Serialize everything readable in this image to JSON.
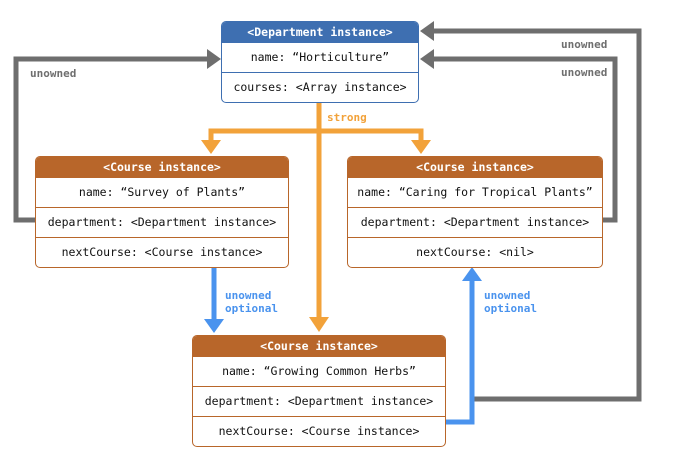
{
  "department": {
    "header": "<Department instance>",
    "rows": [
      "name: “Horticulture”",
      "courses: <Array instance>"
    ]
  },
  "course_left": {
    "header": "<Course instance>",
    "rows": [
      "name: “Survey of Plants”",
      "department: <Department instance>",
      "nextCourse: <Course instance>"
    ]
  },
  "course_right": {
    "header": "<Course instance>",
    "rows": [
      "name: “Caring for Tropical Plants”",
      "department: <Department instance>",
      "nextCourse: <nil>"
    ]
  },
  "course_bottom": {
    "header": "<Course instance>",
    "rows": [
      "name: “Growing Common Herbs”",
      "department: <Department instance>",
      "nextCourse: <Course instance>"
    ]
  },
  "labels": {
    "strong": "strong",
    "unowned_left": "unowned",
    "unowned_top_right": "unowned",
    "unowned_right": "unowned",
    "unowned_optional_left": [
      "unowned",
      "optional"
    ],
    "unowned_optional_right": [
      "unowned",
      "optional"
    ]
  },
  "colors": {
    "department_header": "#3e6fb1",
    "course_header": "#b8662a",
    "strong_arrow": "#f2a23a",
    "unowned_arrow": "#6e6e6e",
    "unowned_optional_arrow": "#4a93ee"
  }
}
